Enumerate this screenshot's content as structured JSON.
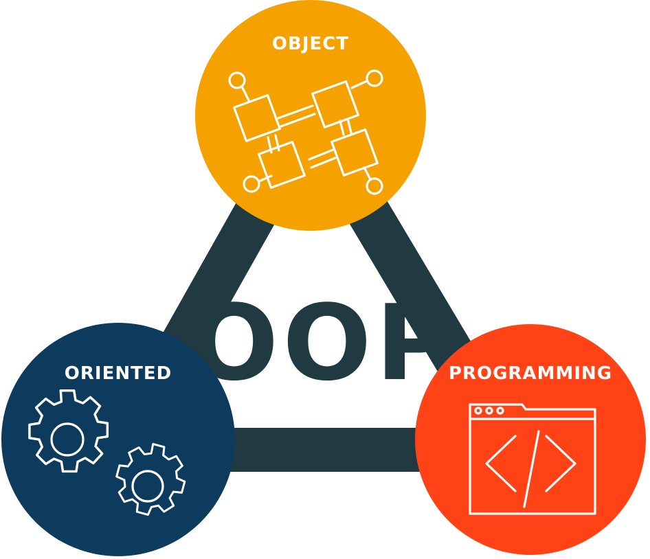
{
  "diagram": {
    "title": "OOP",
    "nodes": [
      {
        "id": "object",
        "label": "OBJECT",
        "icon": "connected-blocks-icon",
        "color": "#F5A100"
      },
      {
        "id": "oriented",
        "label": "ORIENTED",
        "icon": "gears-icon",
        "color": "#0D3B5E"
      },
      {
        "id": "programming",
        "label": "PROGRAMMING",
        "icon": "code-window-icon",
        "color": "#FF4317"
      }
    ],
    "colors": {
      "triangle": "#213A42",
      "title": "#213A42",
      "icon_stroke": "#FFFFFF"
    }
  }
}
